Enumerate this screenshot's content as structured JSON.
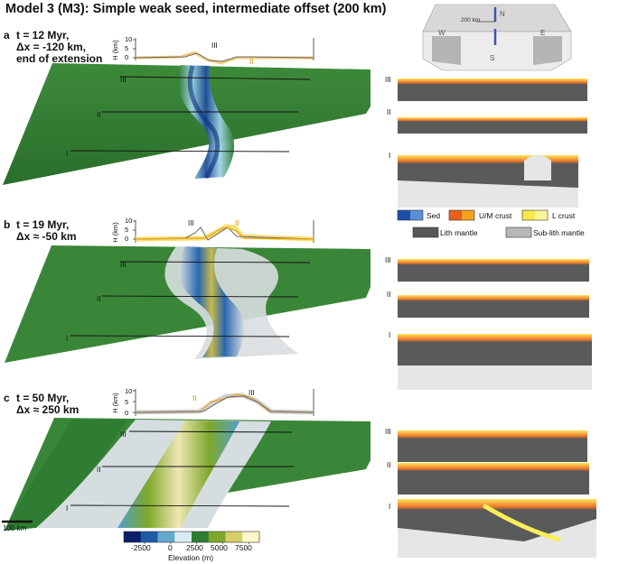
{
  "title": "Model 3 (M3): Simple weak seed, intermediate offset (200 km)",
  "panels": [
    {
      "letter": "a",
      "time": "t = 12 Myr,",
      "offset": "Δx = -120 km,",
      "note": "end of extension"
    },
    {
      "letter": "b",
      "time": "t = 19 Myr,",
      "offset": "Δx ≈ -50 km",
      "note": ""
    },
    {
      "letter": "c",
      "time": "t = 50 Myr,",
      "offset": "Δx ≈ 250 km",
      "note": ""
    }
  ],
  "profile": {
    "ylabel": "H (km)",
    "ticks": [
      "10",
      "5",
      "0"
    ]
  },
  "section_labels": [
    "III",
    "II",
    "I"
  ],
  "profile_labels": {
    "a": [
      "III",
      "II"
    ],
    "b": [
      "III",
      "II"
    ],
    "c": [
      "II",
      "III"
    ]
  },
  "orientation_box": {
    "scale": "200 km",
    "north": "N",
    "south": "S",
    "west": "W",
    "east": "E"
  },
  "legend": [
    {
      "label": "Sed",
      "colors": [
        "#1d4fa8",
        "#5b8fd6"
      ]
    },
    {
      "label": "U/M crust",
      "colors": [
        "#e8601c",
        "#f7a21b"
      ]
    },
    {
      "label": "L crust",
      "colors": [
        "#f8e94a",
        "#fbf39a"
      ]
    },
    {
      "label": "Lith mantle",
      "colors": [
        "#585858"
      ]
    },
    {
      "label": "Sub-lith mantle",
      "colors": [
        "#b8b8b8"
      ]
    }
  ],
  "scale_bar": "100 km",
  "colorbar": {
    "label": "Elevation (m)",
    "ticks": [
      "-2500",
      "0",
      "2500",
      "5000",
      "7500"
    ],
    "range": [
      -4500,
      8500
    ],
    "colors": [
      "#0a1f6b",
      "#1f5aa8",
      "#62a9cf",
      "#d6ecf2",
      "#2e7d32",
      "#7fa82b",
      "#d6cf6a",
      "#fff8c8"
    ]
  }
}
